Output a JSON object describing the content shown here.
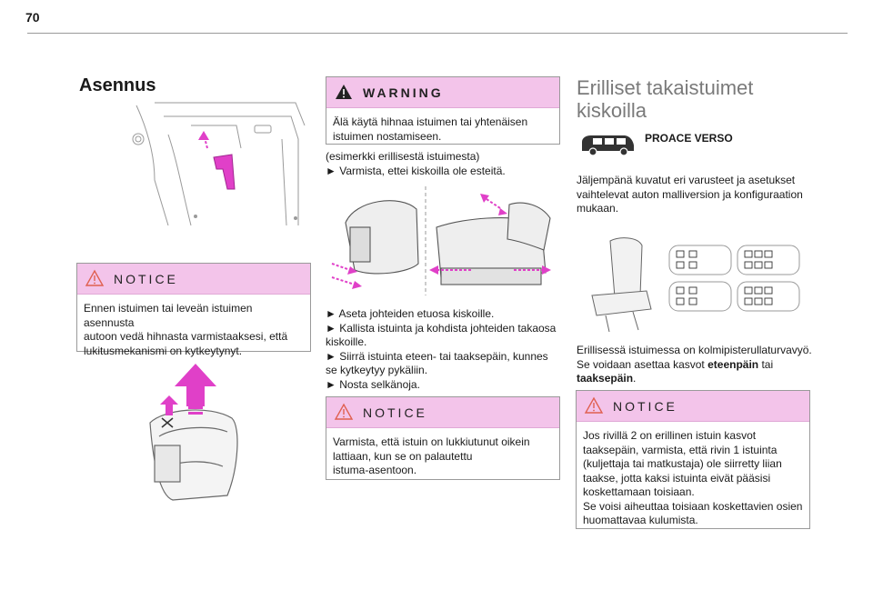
{
  "page_number": "70",
  "colors": {
    "accent_pink": "#f3c4ea",
    "arrow_magenta": "#e040c8",
    "rule": "#9a9a9a",
    "heading_gray": "#7a7a7a"
  },
  "left": {
    "heading": "Asennus",
    "notice": {
      "title": "NOTICE",
      "icon": "warning-triangle-icon",
      "lines": [
        "Ennen istuimen tai leveän istuimen asennusta",
        "autoon vedä hihnasta varmistaaksesi, että",
        "lukitusmekanismi on kytkeytynyt."
      ]
    }
  },
  "middle": {
    "warning": {
      "title": "WARNING",
      "icon": "warning-triangle-icon",
      "lines": [
        "Älä käytä hihnaa istuimen tai yhtenäisen",
        "istuimen nostamiseen."
      ]
    },
    "intro_lines": [
      "(esimerkki erillisestä istuimesta)",
      "►  Varmista, ettei kiskoilla ole esteitä."
    ],
    "step_lines": [
      "►  Aseta johteiden etuosa kiskoille.",
      "►  Kallista istuinta ja kohdista johteiden takaosa",
      "kiskoille.",
      "►  Siirrä istuinta eteen- tai taaksepäin, kunnes",
      "se kytkeytyy pykäliin.",
      "►  Nosta selkänoja."
    ],
    "notice": {
      "title": "NOTICE",
      "icon": "warning-triangle-icon",
      "lines": [
        "Varmista, että istuin on lukkiutunut oikein",
        "lattiaan, kun se on palautettu",
        "istuma-asentoon."
      ]
    }
  },
  "right": {
    "heading_line1": "Erilliset takaistuimet",
    "heading_line2": "kiskoilla",
    "model_label": "PROACE VERSO",
    "model_icon": "van-icon",
    "intro_lines": [
      "Jäljempänä kuvatut eri varusteet ja asetukset",
      "vaihtelevat auton malliversion ja konfiguraation",
      "mukaan."
    ],
    "desc_line1": "Erillisessä istuimessa on kolmipisterullaturvavyö.",
    "desc_line2_prefix": "Se voidaan asettaa kasvot ",
    "desc_bold1": "eteenpäin",
    "desc_mid": " tai",
    "desc_bold2": "taaksepäin",
    "desc_end": ".",
    "notice": {
      "title": "NOTICE",
      "icon": "warning-triangle-icon",
      "lines": [
        "Jos rivillä 2 on erillinen istuin kasvot",
        "taaksepäin, varmista, että rivin 1 istuinta",
        "(kuljettaja tai matkustaja) ole siirretty liian",
        "taakse, jotta kaksi istuinta eivät pääsisi",
        "koskettamaan toisiaan.",
        "Se voisi aiheuttaa toisiaan koskettavien osien",
        "huomattavaa kulumista."
      ]
    }
  }
}
